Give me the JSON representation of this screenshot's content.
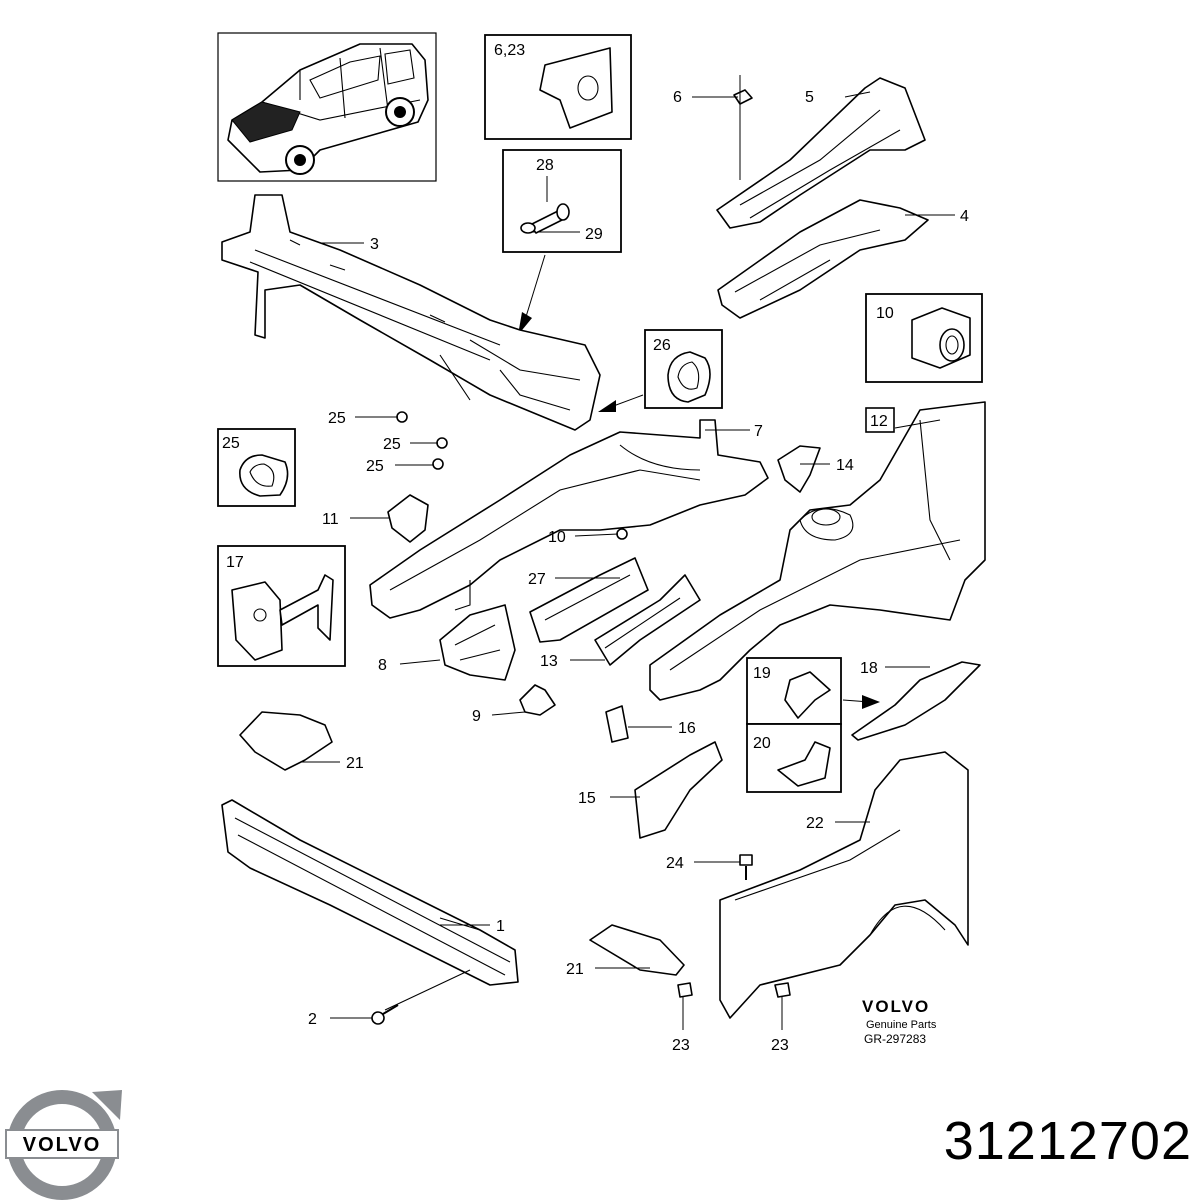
{
  "callouts": {
    "c1": "1",
    "c2": "2",
    "c3": "3",
    "c4": "4",
    "c5": "5",
    "c6": "6",
    "c7": "7",
    "c8": "8",
    "c9": "9",
    "c10": "10",
    "c11": "11",
    "c12": "12",
    "c13": "13",
    "c14": "14",
    "c15": "15",
    "c16": "16",
    "c18": "18",
    "c21a": "21",
    "c21b": "21",
    "c22": "22",
    "c23a": "23",
    "c23b": "23",
    "c24": "24",
    "c25a": "25",
    "c25b": "25",
    "c25c": "25",
    "c27": "27"
  },
  "boxes": {
    "b623": "6,23",
    "b28": "28",
    "b29": "29",
    "b26": "26",
    "b10": "10",
    "b25": "25",
    "b17": "17",
    "b19": "19",
    "b20": "20"
  },
  "credit": {
    "brand": "VOLVO",
    "subtitle": "Genuine Parts",
    "reference": "GR-297283"
  },
  "logo": {
    "text": "VOLVO",
    "color": "#1a3d8c",
    "ring_color": "#8a8d91"
  },
  "part_number": "31212702"
}
